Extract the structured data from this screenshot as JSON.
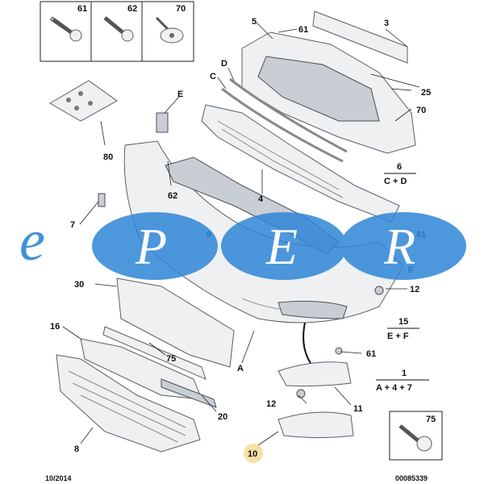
{
  "fasteners": [
    {
      "ref": "61"
    },
    {
      "ref": "62"
    },
    {
      "ref": "70"
    },
    {
      "ref": "75"
    }
  ],
  "callouts": {
    "c3": "3",
    "c4": "4",
    "c5": "5",
    "c61a": "61",
    "c25": "25",
    "c70": "70",
    "cE": "E",
    "cD": "D",
    "cC": "C",
    "c80": "80",
    "c62": "62",
    "c7": "7",
    "c9": "9",
    "c61b": "61",
    "cF": "F",
    "c12a": "12",
    "c30": "30",
    "c16": "16",
    "c75": "75",
    "cA": "A",
    "c61c": "61",
    "c12b": "12",
    "c11": "11",
    "c20": "20",
    "c8": "8",
    "c10": "10"
  },
  "groups": [
    {
      "ref": "6",
      "contents": "C + D"
    },
    {
      "ref": "15",
      "contents": "E + F"
    },
    {
      "ref": "1",
      "contents": "A + 4 + 7"
    }
  ],
  "watermark": {
    "letters": [
      "e",
      "P",
      "E",
      "R"
    ]
  },
  "footer": {
    "date": "10/2014",
    "code": "00085339"
  },
  "colors": {
    "watermark_blue": "#2f86d8",
    "highlight": "#f6e2a8"
  }
}
